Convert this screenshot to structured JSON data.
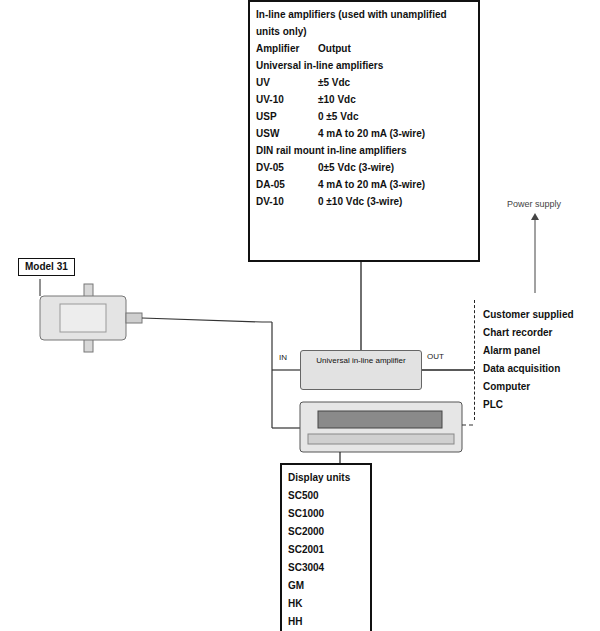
{
  "diagram": {
    "nodes": [
      {
        "text": [
          "In-line amplifiers (used with unamplified units only)",
          "Amplifier",
          "Output",
          "Universal in-line amplifiers",
          "UV",
          "±5 Vdc",
          "UV-10",
          "±10 Vdc",
          "USP",
          "0 ±5 Vdc",
          "USW",
          "4 mA to 20 mA (3-wire)",
          "DIN rail mount in-line amplifiers",
          "DV-05",
          "0±5 Vdc (3-wire)",
          "DA-05",
          "4 mA to 20 mA (3-wire)",
          "DV-10",
          "0 ±10 Vdc (3-wire)"
        ]
      },
      {
        "text": [
          "Model 31"
        ]
      },
      {
        "text": [
          "Universal in-line amplifier"
        ]
      },
      {
        "text": [
          "Customer supplied",
          "Chart recorder",
          "Alarm panel",
          "Data acquisition",
          "Computer",
          "PLC"
        ]
      },
      {
        "text": [
          "Display units",
          "SC500",
          "SC1000",
          "SC2000",
          "SC2001",
          "SC3004",
          "GM",
          "HK",
          "HH"
        ]
      }
    ],
    "edges": [
      {
        "from": 0,
        "to": 2,
        "arrow": "none"
      },
      {
        "from": 2,
        "to": 3,
        "arrow": "none"
      }
    ],
    "labels": [
      "IN",
      "OUT",
      "Power supply"
    ]
  }
}
